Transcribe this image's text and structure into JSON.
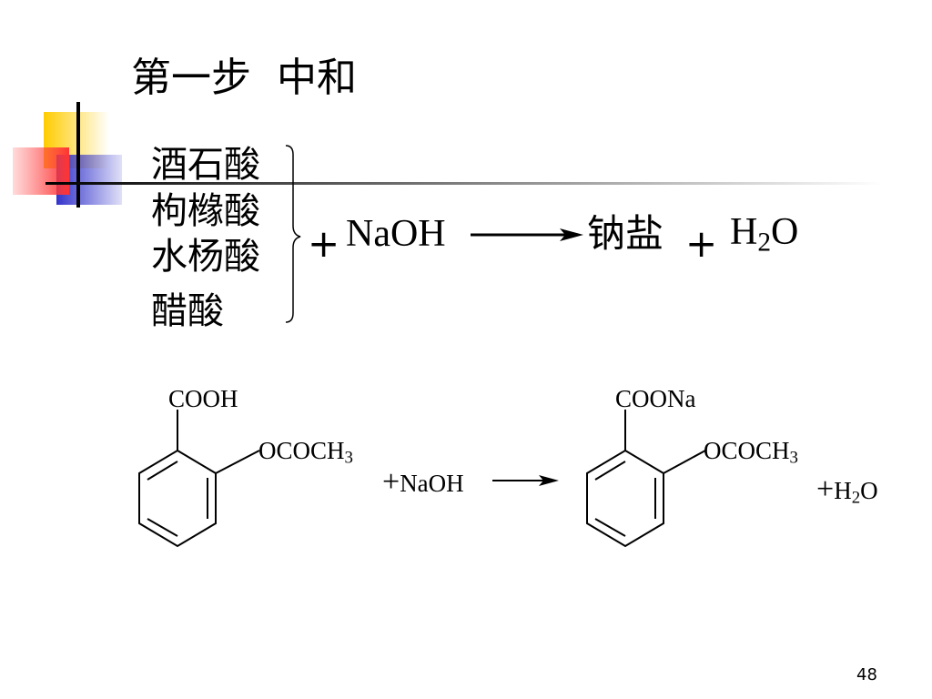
{
  "slide": {
    "title": "第一步  中和",
    "page_number": "48",
    "acids": [
      "酒石酸",
      "枸橼酸",
      "水杨酸",
      "醋酸"
    ],
    "general_reaction": {
      "plus1": "+",
      "reagent": "NaOH",
      "product": "钠盐",
      "plus2": "+",
      "water_h": "H",
      "water_sub": "2",
      "water_o": "O"
    },
    "aspirin_reaction": {
      "reactant_group_top": "COOH",
      "reactant_group_side": "OCOCH",
      "reactant_group_side_sub": "3",
      "plus_reagent": "+",
      "reagent": "NaOH",
      "product_group_top": "COONa",
      "product_group_side": "OCOCH",
      "product_group_side_sub": "3",
      "plus_water": "+",
      "water_h": "H",
      "water_sub": "2",
      "water_o": "O"
    }
  },
  "colors": {
    "deco_yellow": "#ffcc00",
    "deco_blue": "#3333cc",
    "deco_red": "#ff3333"
  }
}
